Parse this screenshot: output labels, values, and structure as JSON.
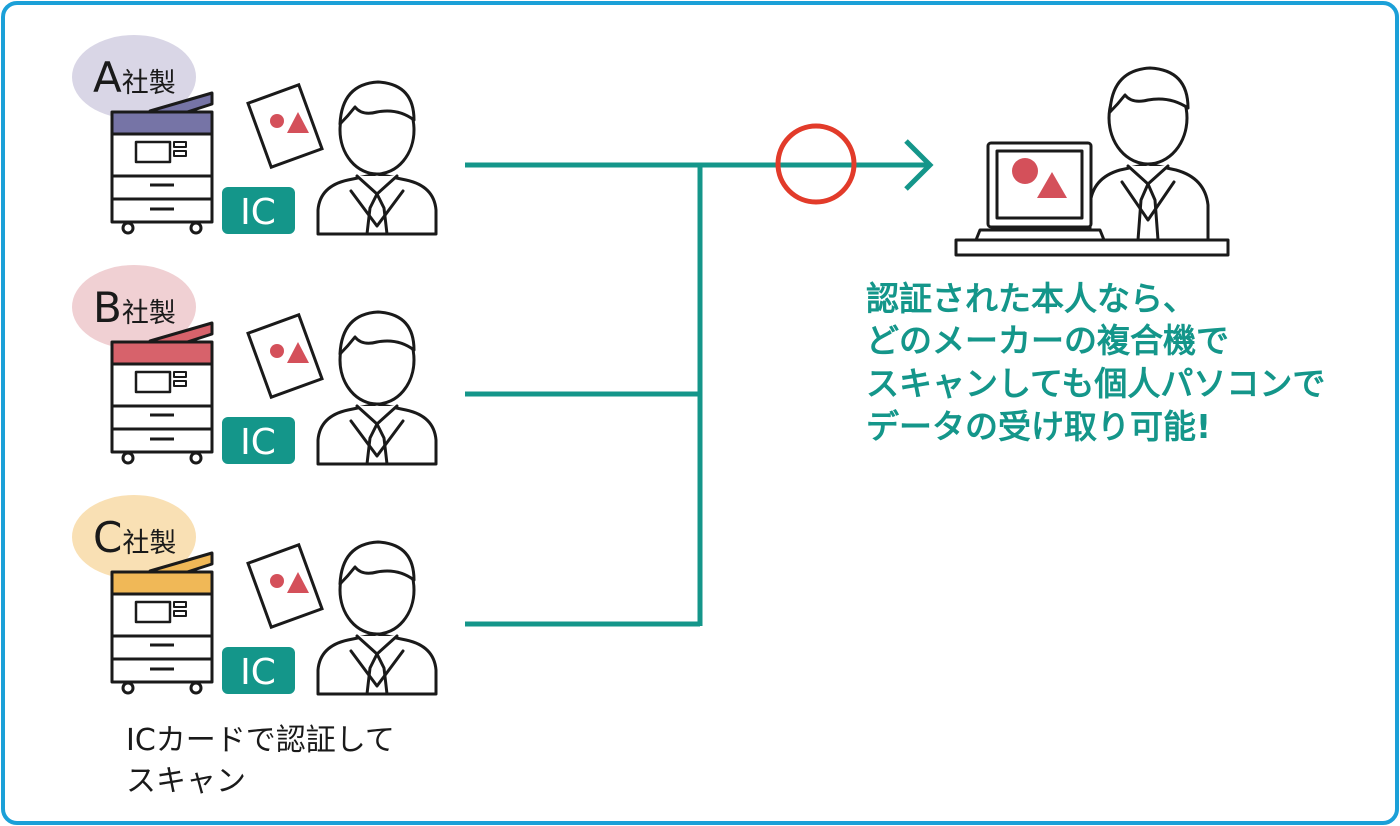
{
  "colors": {
    "frame": "#1ba0d8",
    "teal": "#14968a",
    "ok_circle": "#e23b2a",
    "ink": "#1a1a1a",
    "document_shape": "#d4505a"
  },
  "sources": [
    {
      "maker": "A",
      "suffix": "社製",
      "badge_color": "#d9d6e6",
      "printer_color": "#7674a6",
      "ic_label": "IC"
    },
    {
      "maker": "B",
      "suffix": "社製",
      "badge_color": "#f0d0d3",
      "printer_color": "#d7626b",
      "ic_label": "IC"
    },
    {
      "maker": "C",
      "suffix": "社製",
      "badge_color": "#f9e0b4",
      "printer_color": "#f0b857",
      "ic_label": "IC"
    }
  ],
  "caption": {
    "line1": "ICカードで認証して",
    "line2": "スキャン"
  },
  "message": [
    "認証された本人なら、",
    "どのメーカーの複合機で",
    "スキャンしても個人パソコンで",
    "データの受け取り可能!"
  ]
}
